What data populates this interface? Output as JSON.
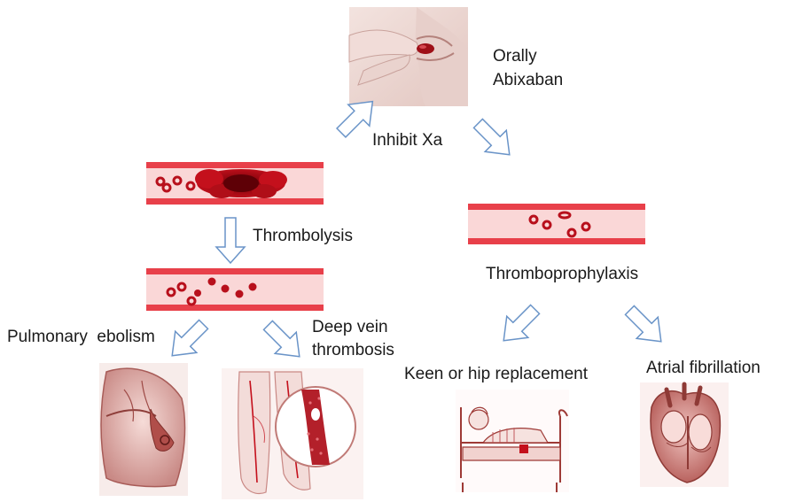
{
  "labels": {
    "drug_route": "Orally",
    "drug_name": "Abixaban",
    "mechanism": "Inhibit Xa",
    "thrombolysis": "Thrombolysis",
    "thromboprophylaxis": "Thromboprophylaxis",
    "pulmonary": "Pulmonary  ebolism",
    "dvt_line1": "Deep vein",
    "dvt_line2": "thrombosis",
    "knee_hip": "Keen or hip replacement",
    "af": "Atrial fibrillation"
  },
  "colors": {
    "vessel_wall": "#e8404a",
    "vessel_lumen": "#fad7d7",
    "clot": "#c4101c",
    "cell": "#b8101c",
    "arrow_stroke": "#6a94c8",
    "arrow_fill": "#ffffff",
    "illustration_tint": "#c97a76"
  }
}
